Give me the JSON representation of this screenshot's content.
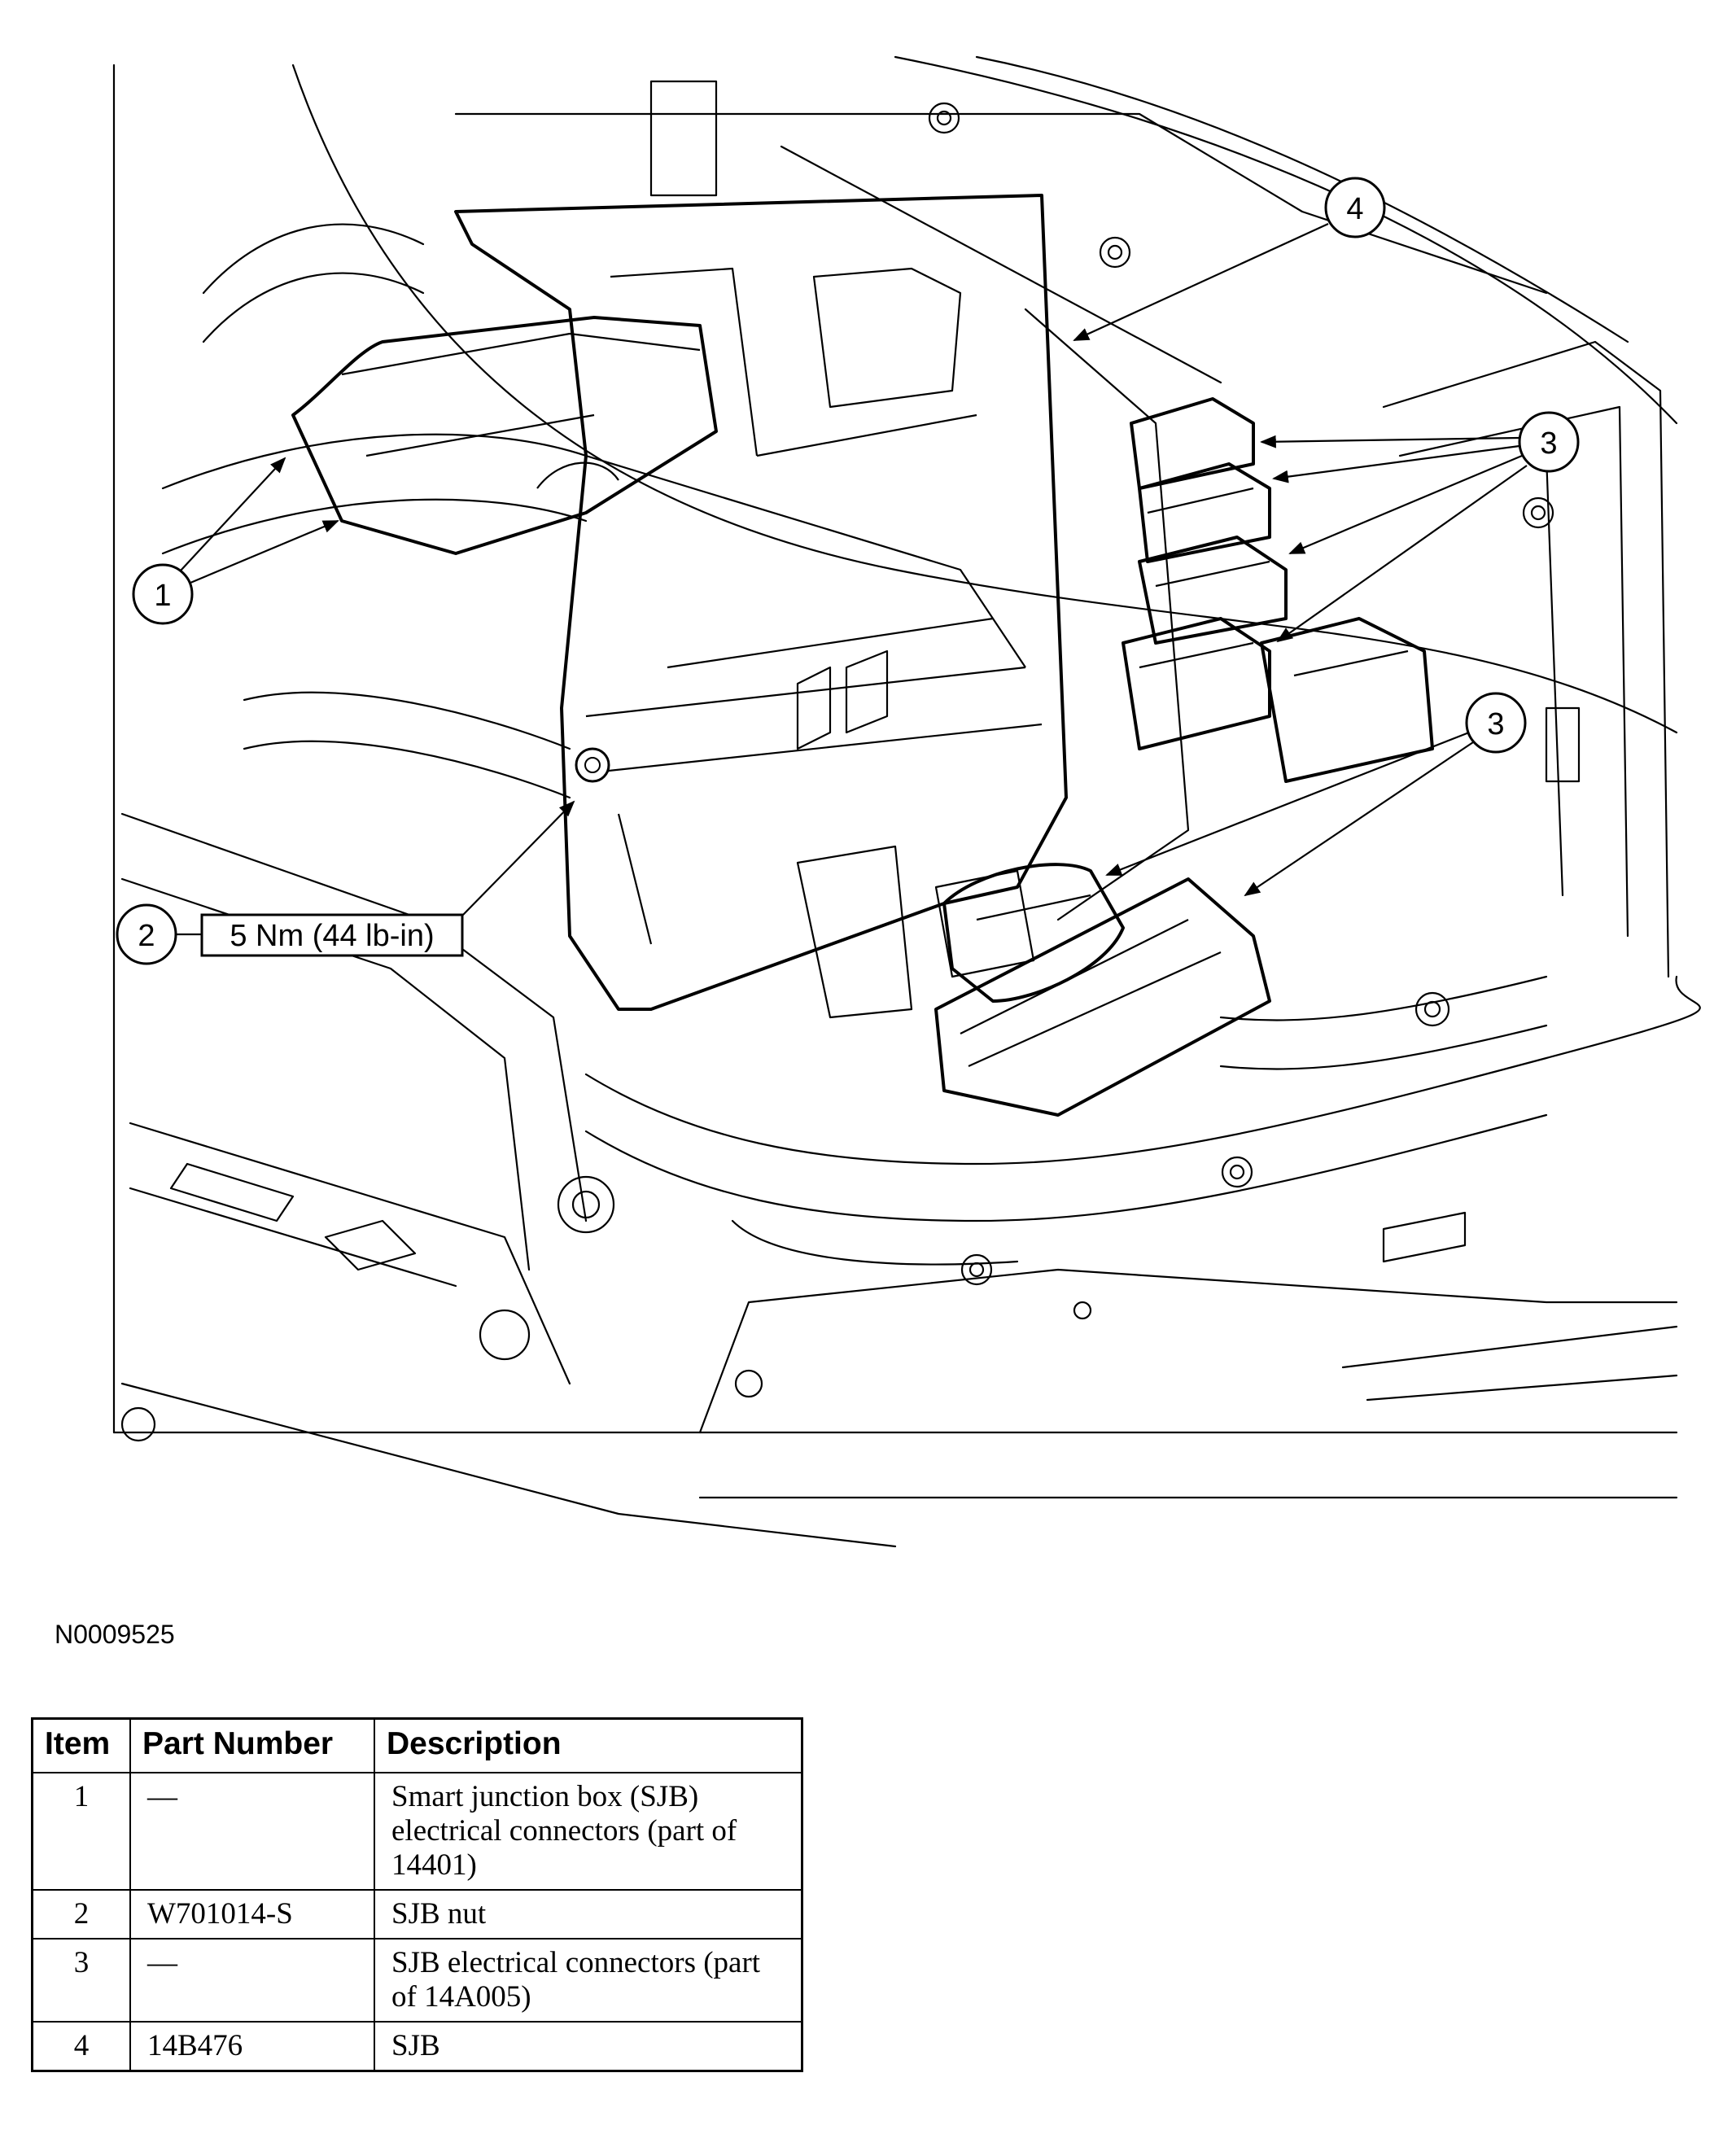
{
  "figure_id": "N0009525",
  "callouts": [
    {
      "number": "1"
    },
    {
      "number": "2",
      "torque": "5 Nm (44 lb-in)"
    },
    {
      "number": "3"
    },
    {
      "number": "3"
    },
    {
      "number": "4"
    }
  ],
  "table": {
    "headers": [
      "Item",
      "Part Number",
      "Description"
    ],
    "rows": [
      {
        "item": "1",
        "part": "—",
        "description": "Smart junction box (SJB) electrical connectors (part of 14401)"
      },
      {
        "item": "2",
        "part": "W701014-S",
        "description": "SJB nut"
      },
      {
        "item": "3",
        "part": "—",
        "description": "SJB electrical connectors (part of 14A005)"
      },
      {
        "item": "4",
        "part": "14B476",
        "description": "SJB"
      }
    ]
  }
}
